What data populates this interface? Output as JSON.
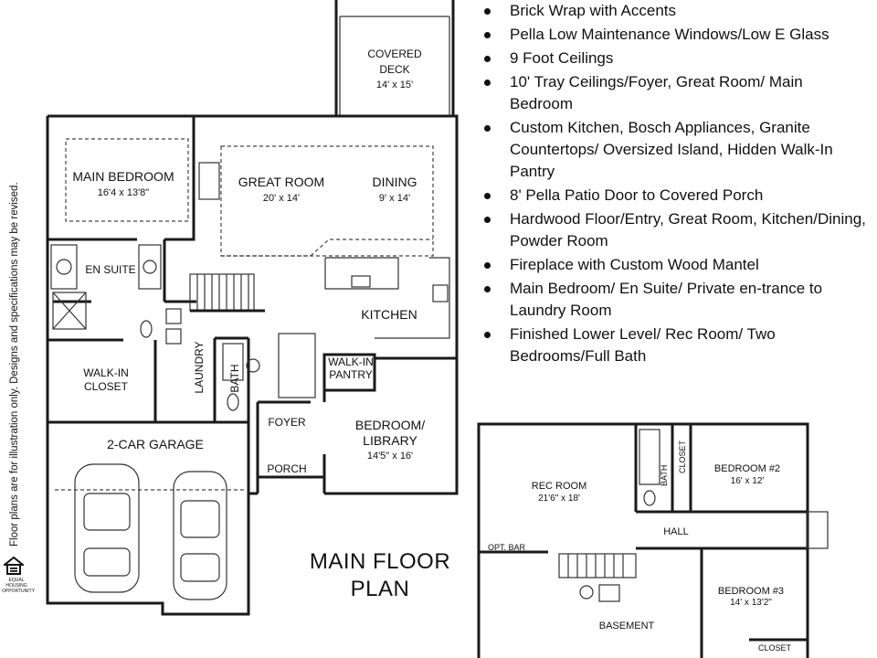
{
  "features": [
    "Brick Wrap with Accents",
    "Pella Low Maintenance Windows/Low E Glass",
    "9 Foot Ceilings",
    "10' Tray Ceilings/Foyer, Great Room/ Main Bedroom",
    "Custom Kitchen, Bosch Appliances, Granite Countertops/ Oversized Island, Hidden Walk-In Pantry",
    "8' Pella Patio Door to Covered Porch",
    "Hardwood Floor/Entry, Great Room, Kitchen/Dining, Powder Room",
    "Fireplace with Custom Wood Mantel",
    "Main Bedroom/ En Suite/ Private en-trance to Laundry Room",
    "Finished Lower Level/ Rec Room/ Two Bedrooms/Full Bath"
  ],
  "disclaimer": "Floor plans are for illustration only. Designs and specifications may be revised.",
  "main_plan": {
    "title_line1": "MAIN FLOOR",
    "title_line2": "PLAN",
    "rooms": {
      "covered_deck": {
        "name_line1": "COVERED",
        "name_line2": "DECK",
        "dims": "14' x 15'"
      },
      "main_bedroom": {
        "name": "MAIN BEDROOM",
        "dims": "16'4 x 13'8\""
      },
      "great_room": {
        "name": "GREAT ROOM",
        "dims": "20' x 14'"
      },
      "dining": {
        "name": "DINING",
        "dims": "9' x 14'"
      },
      "en_suite": {
        "name": "EN SUITE"
      },
      "kitchen": {
        "name": "KITCHEN"
      },
      "walk_in_closet": {
        "name_line1": "WALK-IN",
        "name_line2": "CLOSET"
      },
      "laundry": {
        "name": "LAUNDRY"
      },
      "bath": {
        "name": "BATH"
      },
      "walk_in_pantry": {
        "name_line1": "WALK-IN",
        "name_line2": "PANTRY"
      },
      "foyer": {
        "name": "FOYER"
      },
      "bedroom_library": {
        "name_line1": "BEDROOM/",
        "name_line2": "LIBRARY",
        "dims": "14'5\" x 16'"
      },
      "garage": {
        "name": "2-CAR GARAGE"
      },
      "porch": {
        "name": "PORCH"
      }
    }
  },
  "basement_plan": {
    "rooms": {
      "rec_room": {
        "name": "REC ROOM",
        "dims": "21'6\" x 18'"
      },
      "bath": {
        "name": "BATH"
      },
      "closet_top": {
        "name": "CLOSET"
      },
      "bedroom2": {
        "name": "BEDROOM #2",
        "dims": "16' x 12'"
      },
      "hall": {
        "name": "HALL"
      },
      "opt_bar": {
        "name": "OPT. BAR"
      },
      "bedroom3": {
        "name": "BEDROOM #3",
        "dims": "14' x 13'2\""
      },
      "basement": {
        "name": "BASEMENT"
      },
      "closet_bottom": {
        "name": "CLOSET"
      }
    }
  },
  "logo": {
    "text_line1": "EQUAL HOUSING",
    "text_line2": "OPPORTUNITY",
    "icon": "equal-housing-icon"
  }
}
